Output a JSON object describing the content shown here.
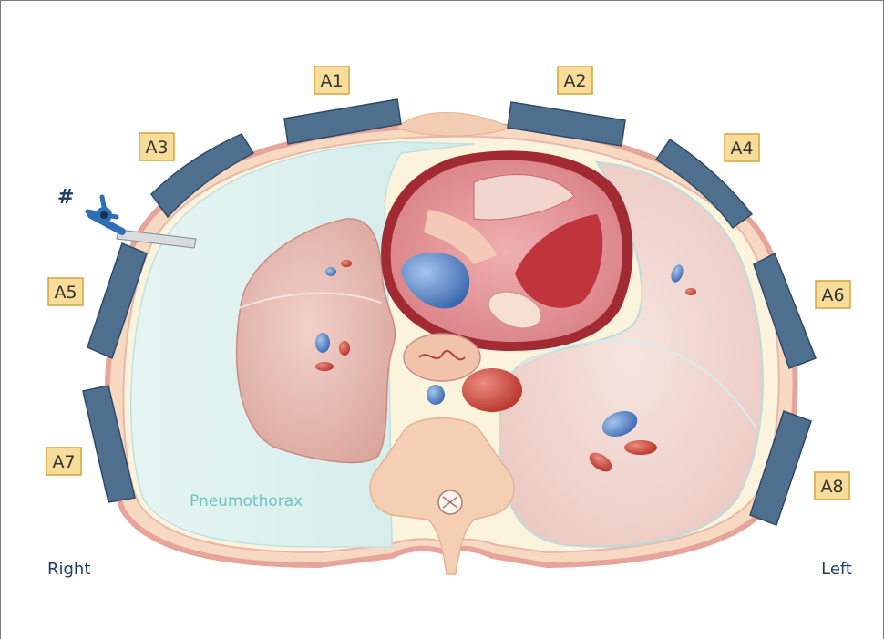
{
  "zones": [
    {
      "id": "A1",
      "label": "A1"
    },
    {
      "id": "A2",
      "label": "A2"
    },
    {
      "id": "A3",
      "label": "A3"
    },
    {
      "id": "A4",
      "label": "A4"
    },
    {
      "id": "A5",
      "label": "A5"
    },
    {
      "id": "A6",
      "label": "A6"
    },
    {
      "id": "A7",
      "label": "A7"
    },
    {
      "id": "A8",
      "label": "A8"
    }
  ],
  "sides": {
    "right": "Right",
    "left": "Left"
  },
  "pneumothorax_label": "Pneumothorax",
  "needle_marker": "#",
  "colors": {
    "probe": "#4f6f8f",
    "label_box": "#f8dc9a",
    "label_border": "#d6a43a",
    "pneumothorax": "#dff1f0",
    "lung": "#e7bcb4",
    "skin": "#f3cdb3",
    "heart": "#a22a33",
    "vein": "#3f6fb8",
    "artery": "#c0392b"
  }
}
